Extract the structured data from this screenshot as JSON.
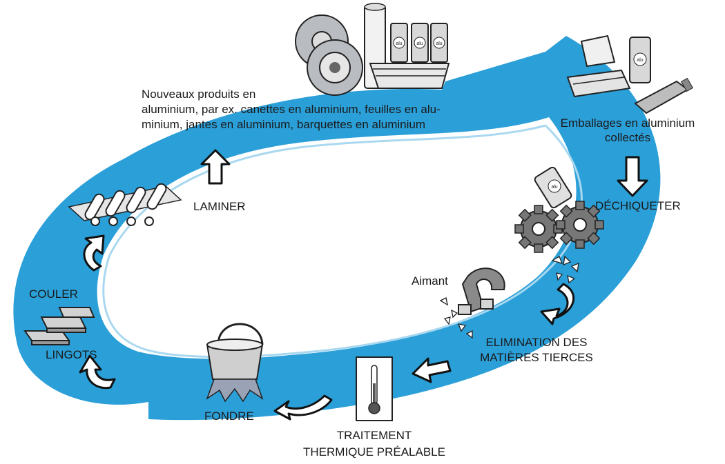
{
  "colors": {
    "ribbon": "#2b9fd8",
    "ribbon_edge": "#a9d8f0",
    "ink": "#1a1a1a",
    "metal": "#b9bcc0",
    "metal_dark": "#6e7277",
    "flame": "#9aa3b5"
  },
  "labels": {
    "new_products": "Nouveaux produits en\naluminium, par ex. canettes en aluminium, feuilles en alu-\nminium, jantes en aluminium, barquettes en aluminium",
    "collected": "Emballages en aluminium\ncollectés",
    "shred": "DÉCHIQUETER",
    "magnet": "Aimant",
    "elimination": "ELIMINATION DES\nMATIÈRES TIERCES",
    "heat_treatment": "TRAITEMENT\nTHERMIQUE PRÉALABLE",
    "melt": "FONDRE",
    "ingots": "LINGOTS",
    "cast": "COULER",
    "roll": "LAMINER",
    "can_logo": "alu"
  },
  "icons": [
    "wheel-rims-icon",
    "foil-roll-icon",
    "aluminium-cans-icon",
    "aluminium-trays-icon",
    "collected-packaging-icon",
    "tube-icon",
    "spray-can-icon",
    "gears-icon",
    "shredded-flakes-icon",
    "magnet-icon",
    "thermometer-icon",
    "melting-pot-icon",
    "ingots-icon",
    "rolling-mill-icon"
  ]
}
